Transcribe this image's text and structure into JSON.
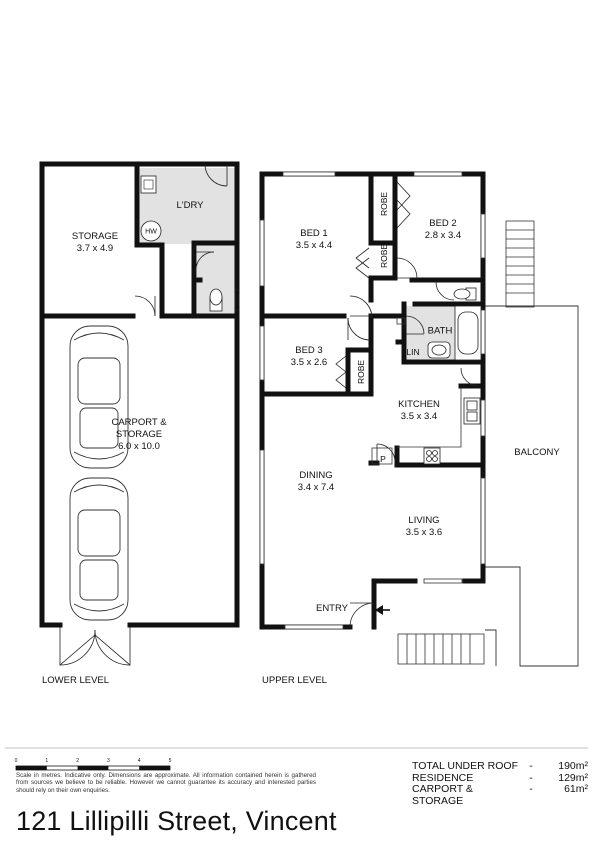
{
  "rooms": {
    "storage": {
      "name": "STORAGE",
      "size": "3.7 x 4.9"
    },
    "laundry": {
      "name": "L'DRY"
    },
    "hw": "HW",
    "carport": {
      "name": "CARPORT &",
      "name2": "STORAGE",
      "size": "6.0 x 10.0"
    },
    "bed1": {
      "name": "BED 1",
      "size": "3.5 x 4.4"
    },
    "bed2": {
      "name": "BED 2",
      "size": "2.8 x 3.4"
    },
    "bed3": {
      "name": "BED 3",
      "size": "3.5 x 2.6"
    },
    "robe": "ROBE",
    "bath": "BATH",
    "lin": "LIN",
    "pantry": "P",
    "kitchen": {
      "name": "KITCHEN",
      "size": "3.5 x 3.4"
    },
    "dining": {
      "name": "DINING",
      "size": "3.4 x 7.4"
    },
    "living": {
      "name": "LIVING",
      "size": "3.5 x 3.6"
    },
    "balcony": "BALCONY",
    "entry": "ENTRY"
  },
  "levels": {
    "lower": "LOWER LEVEL",
    "upper": "UPPER LEVEL"
  },
  "scale": {
    "ticks": [
      "0",
      "1",
      "2",
      "3",
      "4",
      "5"
    ],
    "note": "Scale in metres. Indicative only. Dimensions are approximate. All information contained herein is gathered from sources we believe to be reliable. However we cannot guarantee its accuracy and interested parties should rely on their own enquiries."
  },
  "areas": [
    {
      "label": "TOTAL UNDER ROOF",
      "dash": "-",
      "value": "190m²"
    },
    {
      "label": "RESIDENCE",
      "dash": "-",
      "value": "129m²"
    },
    {
      "label": "CARPORT & STORAGE",
      "dash": "-",
      "value": "61m²"
    }
  ],
  "address": "121 Lillipilli Street, Vincent"
}
